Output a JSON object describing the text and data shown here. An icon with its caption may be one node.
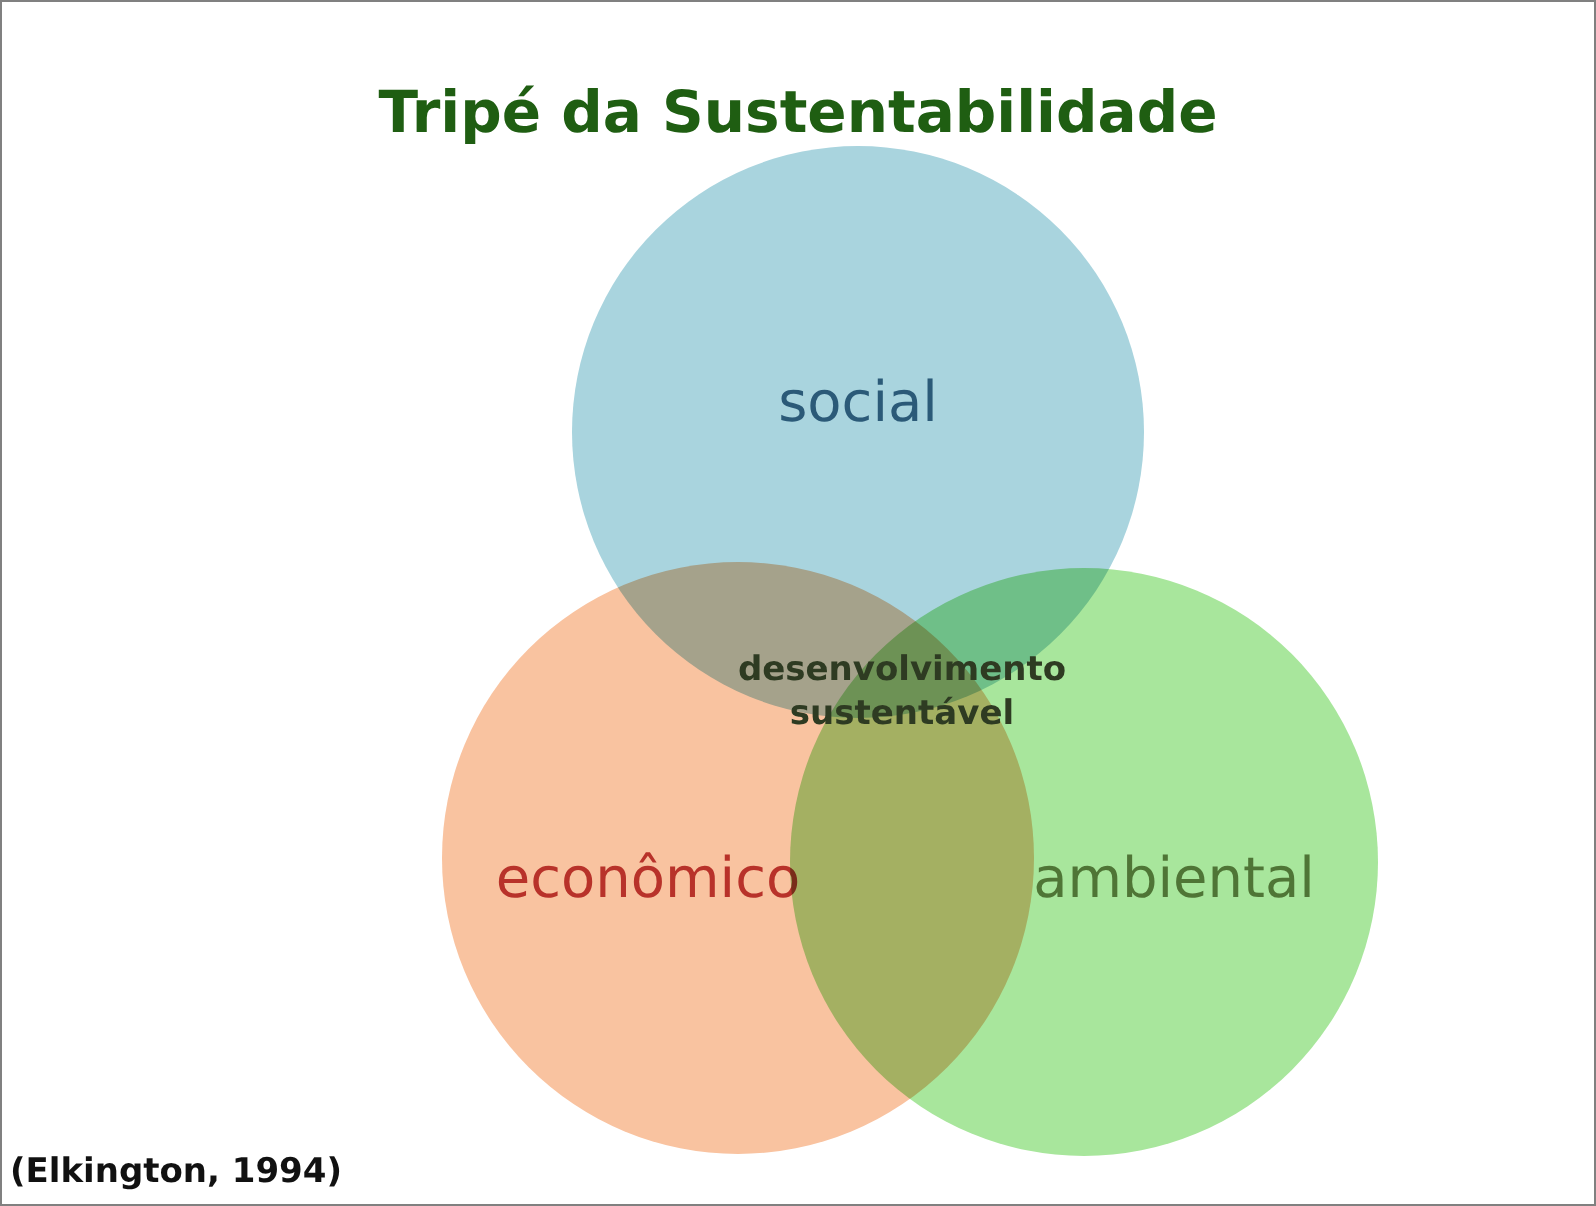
{
  "diagram": {
    "title": "Tripé da Sustentabilidade",
    "nodes": [
      {
        "text": [
          "social"
        ]
      },
      {
        "text": [
          "econômico"
        ]
      },
      {
        "text": [
          "ambiental"
        ]
      }
    ],
    "labels": [
      "desenvolvimento sustentável"
    ],
    "caption": "(Elkington, 1994)"
  }
}
